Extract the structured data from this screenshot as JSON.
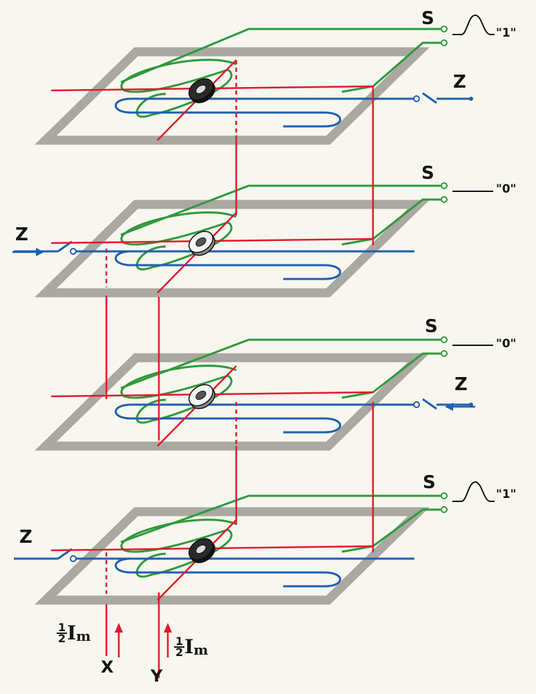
{
  "planes": [
    {
      "sense_label": "S",
      "sense_output": "\"1\"",
      "z_label": "Z"
    },
    {
      "sense_label": "S",
      "sense_output": "\"0\"",
      "z_label": "Z"
    },
    {
      "sense_label": "S",
      "sense_output": "\"0\"",
      "z_label": "Z"
    },
    {
      "sense_label": "S",
      "sense_output": "\"1\"",
      "z_label": "Z"
    }
  ],
  "drive": {
    "x_label": "X",
    "y_label": "Y",
    "current_numerator": "1",
    "current_denominator": "2",
    "current_symbol": "I",
    "current_subscript": "m"
  },
  "colors": {
    "frame": "#a9a8a1",
    "frame_inner": "#f8f7f0",
    "xy_drive": "#e11a2a",
    "inhibit_z": "#1f5fb0",
    "sense": "#2e9a3a",
    "core_black": "#111111",
    "core_white": "#f4f4f4"
  }
}
